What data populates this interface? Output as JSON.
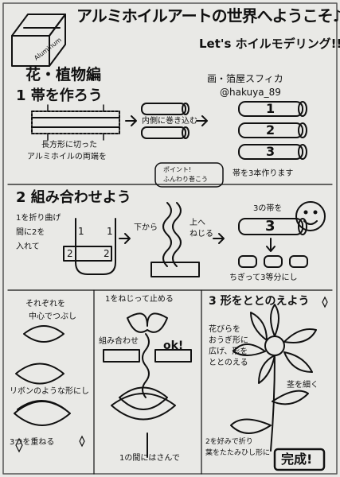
{
  "header": {
    "title": "アルミホイルアートの世界へようこそ♪",
    "subtitle": "Let's ホイルモデリング!!",
    "box_label": "Aluminum"
  },
  "section": {
    "title": "花・植物編"
  },
  "author": {
    "line1": "画・箔屋スフィカ",
    "line2": "@hakuya_89"
  },
  "step1": {
    "title": "1 帯を作ろう",
    "note_line1": "長方形に切った",
    "note_line2": "アルミホイルの両端を",
    "fold_label": "内側に巻き込む",
    "point_line1": "ポイント!",
    "point_line2": "ふんわり巻こう",
    "result": "帯を3本作ります",
    "numbers": [
      "1",
      "2",
      "3"
    ]
  },
  "step2": {
    "title": "2 組み合わせよう",
    "instr_line1": "1を折り曲げ",
    "instr_line2": "間に2を",
    "instr_line3": "入れて",
    "from_below": "下から",
    "twist_line1": "上へ",
    "twist_line2": "ねじる",
    "three_label": "3の帯を",
    "split_label": "ちぎって3等分にし",
    "big_number": "3",
    "labels": [
      "1",
      "1",
      "2",
      "2"
    ]
  },
  "step3a": {
    "line1": "それぞれを",
    "line2": "中心でつぶし",
    "line3": "リボンのような形にし",
    "stack": "3つを重ねる"
  },
  "step3b": {
    "title": "1をねじって止める",
    "combine": "組み合わせ",
    "ok": "ok!",
    "pinch": "1の間にはさんで"
  },
  "step3c": {
    "title": "3 形をととのえよう",
    "petal_line1": "花びらを",
    "petal_line2": "おうぎ形に",
    "petal_line3": "広げ、形を",
    "petal_line4": "ととのえる",
    "stem": "茎を細く",
    "fold_line1": "2を好みで折り",
    "fold_line2": "葉をたたみひし形に",
    "done": "完成!"
  }
}
